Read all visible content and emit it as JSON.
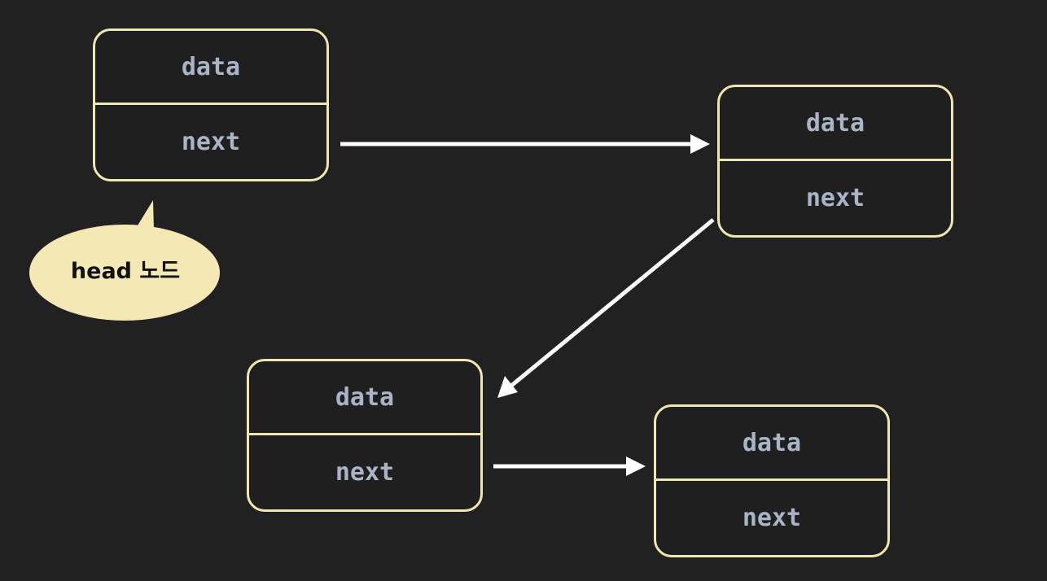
{
  "colors": {
    "background": "#212121",
    "node_border": "#f2e6b0",
    "node_text": "#a9b4c6",
    "arrow": "#ffffff",
    "callout_fill": "#f4e8b4",
    "callout_text": "#111111"
  },
  "nodes": [
    {
      "data_label": "data",
      "next_label": "next"
    },
    {
      "data_label": "data",
      "next_label": "next"
    },
    {
      "data_label": "data",
      "next_label": "next"
    },
    {
      "data_label": "data",
      "next_label": "next"
    }
  ],
  "callout": {
    "label": "head 노드"
  }
}
